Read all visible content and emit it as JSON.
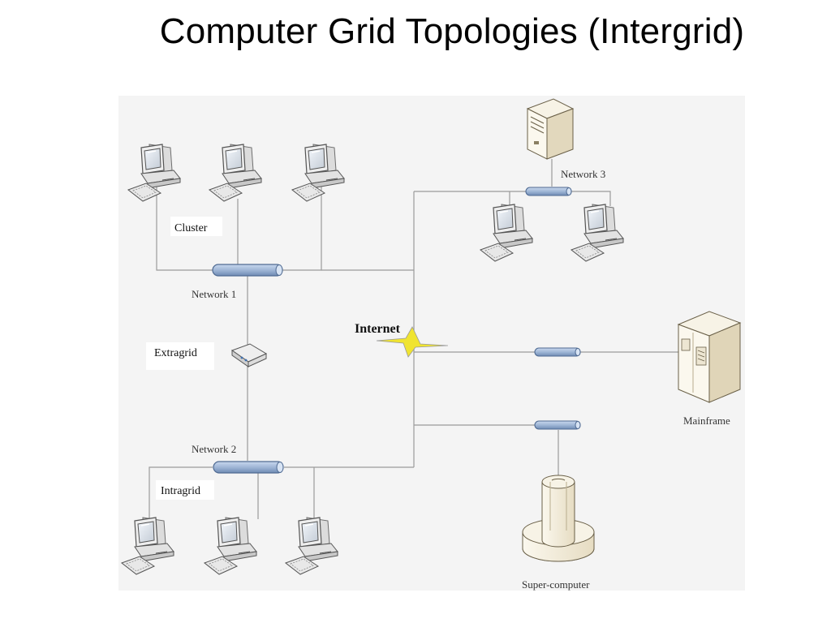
{
  "title": "Computer Grid Topologies (Intergrid)",
  "diagram": {
    "nodes": {
      "cluster": "Cluster",
      "network1": "Network 1",
      "extragrid": "Extragrid",
      "network2": "Network 2",
      "intragrid": "Intragrid",
      "internet": "Internet",
      "network3": "Network 3",
      "mainframe": "Mainframe",
      "supercomputer": "Super-computer"
    }
  },
  "colors": {
    "panel_background": "#f4f4f4",
    "link_line": "#9a9a9a",
    "hub_fill": "#9fb6d6",
    "hub_stroke": "#4f6a92",
    "lightning": "#f0e430",
    "server_body": "#f1ecdc"
  },
  "icons": {
    "workstation": "desktop-computer-icon",
    "hub": "network-hub-icon",
    "server": "tower-server-icon",
    "mainframe": "mainframe-icon",
    "supercomputer": "supercomputer-icon",
    "router": "router-icon",
    "internet": "lightning-bolt-icon"
  }
}
